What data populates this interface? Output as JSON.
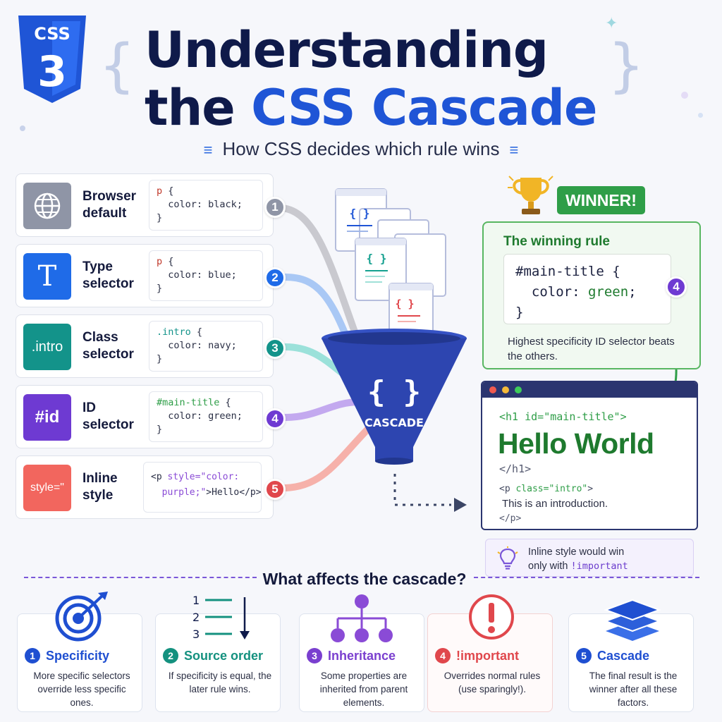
{
  "header": {
    "logo_text": "CSS",
    "logo_numeral": "3",
    "title_line1": "Understanding",
    "title_line2_prefix": "the ",
    "title_line2_accent": "CSS Cascade",
    "subtitle": "How CSS decides which rule wins"
  },
  "rules": [
    {
      "num": "1",
      "icon_label": "",
      "icon_name": "globe-icon",
      "label_line1": "Browser",
      "label_line2": "default",
      "code": "p {\n  color: black;\n}",
      "color": "#8f95a6"
    },
    {
      "num": "2",
      "icon_label": "T",
      "icon_name": "type-icon",
      "label_line1": "Type",
      "label_line2": "selector",
      "code": "p {\n  color: blue;\n}",
      "color": "#1f6be8"
    },
    {
      "num": "3",
      "icon_label": ".intro",
      "icon_name": "class-icon",
      "label_line1": "Class",
      "label_line2": "selector",
      "code": ".intro {\n  color: navy;\n}",
      "color": "#13938a"
    },
    {
      "num": "4",
      "icon_label": "#id",
      "icon_name": "id-icon",
      "label_line1": "ID",
      "label_line2": "selector",
      "code": "#main-title {\n  color: green;\n}",
      "color": "#6e3ad2"
    },
    {
      "num": "5",
      "icon_label": "style=\"",
      "icon_name": "inline-style-icon",
      "label_line1": "Inline",
      "label_line2": "style",
      "code": "<p style=\"color:\n  purple;\">Hello</p>",
      "color": "#f2665e"
    }
  ],
  "funnel": {
    "label": "CASCADE",
    "brace": "{ }",
    "doc_brace": "{ }"
  },
  "winner": {
    "tag": "WINNER!",
    "heading": "The winning rule",
    "code": "#main-title {\n  color: green;\n}",
    "badge": "4",
    "description": "Highest specificity ID selector beats the others."
  },
  "browser": {
    "tag_open": "<h1 id=\"main-title\">",
    "heading": "Hello World",
    "tag_close": "</h1>",
    "p_open_a": "<p ",
    "p_open_cls": "class=\"intro\"",
    "p_open_b": ">",
    "p_text": "This is an introduction.",
    "p_close": "</p>"
  },
  "note": {
    "line1": "Inline style would win",
    "line2_prefix": "only with ",
    "line2_code": "!important"
  },
  "section_title": "What affects the cascade?",
  "factors": [
    {
      "num": "1",
      "title": "Specificity",
      "desc": "More specific selectors override less specific ones.",
      "color": "#1f4fd1",
      "icon": "target-icon"
    },
    {
      "num": "2",
      "title": "Source order",
      "desc": "If specificity is equal, the later rule wins.",
      "color": "#14917f",
      "icon": "ordered-list-icon"
    },
    {
      "num": "3",
      "title": "Inheritance",
      "desc": "Some properties are inherited from parent elements.",
      "color": "#7a3fcf",
      "icon": "tree-icon"
    },
    {
      "num": "4",
      "title": "!important",
      "desc": "Overrides normal rules (use sparingly!).",
      "color": "#e0474c",
      "icon": "exclamation-icon"
    },
    {
      "num": "5",
      "title": "Cascade",
      "desc": "The final result is the winner after all these factors.",
      "color": "#1f4fd1",
      "icon": "layers-icon"
    }
  ],
  "list_numbers": [
    "1",
    "2",
    "3"
  ],
  "colors": {
    "navy": "#0f1a4a",
    "accent_blue": "#1f55d6",
    "green": "#2f9e48",
    "funnel": "#2d49b8"
  }
}
